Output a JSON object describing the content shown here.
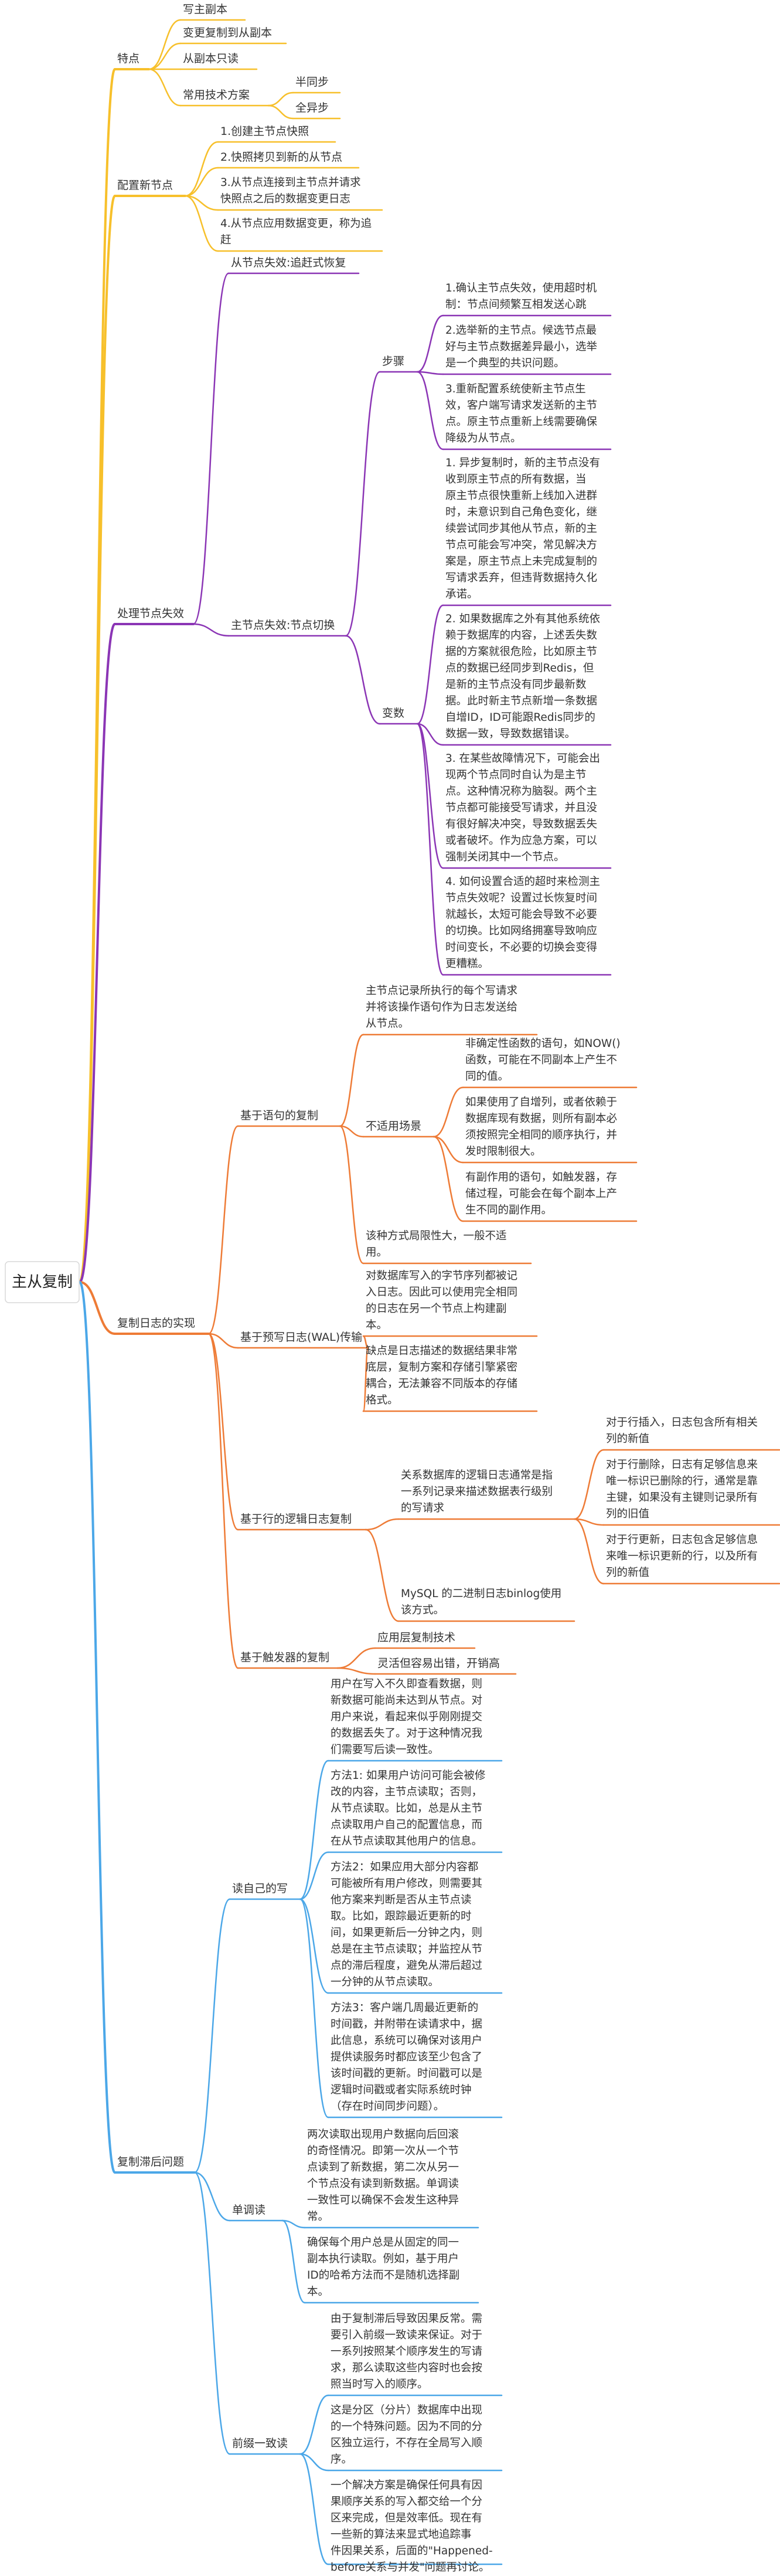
{
  "map": {
    "root": "主从复制",
    "colors": {
      "yellow": "#f7c02b",
      "purple": "#8b35b5",
      "orange": "#ee7b36",
      "blue": "#4ba7e8"
    },
    "text": {
      "tedian": "特点",
      "t_xiezhuben": "写主副本",
      "t_biangeng": "变更复制到从副本",
      "t_congfuben": "从副本只读",
      "t_changyong": "常用技术方案",
      "t_bantongbu": "半同步",
      "t_quanyibu": "全异步",
      "peizhi": "配置新节点",
      "p1": "1.创建主节点快照",
      "p2": "2.快照拷贝到新的从节点",
      "p3": "3.从节点连接到主节点并请求\n快照点之后的数据变更日志",
      "p4": "4.从节点应用数据变更，称为追\n赶",
      "chuli": "处理节点失效",
      "c_cong": "从节点失效:追赶式恢复",
      "c_zhu": "主节点失效:节点切换",
      "buzhou": "步骤",
      "b1": "1.确认主节点失效，使用超时机\n制：节点间频繁互相发送心跳",
      "b2": "2.选举新的主节点。候选节点最\n好与主节点数据差异最小，选举\n是一个典型的共识问题。",
      "b3": "3.重新配置系统使新主节点生\n效，客户端写请求发送新的主节\n点。原主节点重新上线需要确保\n降级为从节点。",
      "bianshu": "变数",
      "v1": "1. 异步复制时，新的主节点没有\n收到原主节点的所有数据，当\n原主节点很快重新上线加入进群\n时，未意识到自己角色变化，继\n续尝试同步其他从节点，新的主\n节点可能会写冲突，常见解决方\n案是，原主节点上未完成复制的\n写请求丢弃，但违背数据持久化\n承诺。",
      "v2": "2. 如果数据库之外有其他系统依\n赖于数据库的内容，上述丢失数\n据的方案就很危险，比如原主节\n点的数据已经同步到Redis，但\n是新的主节点没有同步最新数\n据。此时新主节点新增一条数据\n自增ID，ID可能跟Redis同步的\n数据一致，导致数据错误。",
      "v3": "3. 在某些故障情况下，可能会出\n现两个节点同时自认为是主节\n点。这种情况称为脑裂。两个主\n节点都可能接受写请求，并且没\n有很好解决冲突，导致数据丢失\n或者破坏。作为应急方案，可以\n强制关闭其中一个节点。",
      "v4": "4. 如何设置合适的超时来检测主\n节点失效呢？设置过长恢复时间\n就越长，太短可能会导致不必要\n的切换。比如网络拥塞导致响应\n时间变长，不必要的切换会变得\n更糟糕。",
      "rizhi": "复制日志的实现",
      "yuju": "基于语句的复制",
      "yj_desc": "主节点记录所执行的每个写请求\n并将该操作语句作为日志发送给\n从节点。",
      "yj_bushiyong": "不适用场景",
      "bs1": "非确定性函数的语句，如NOW()\n函数，可能在不同副本上产生不\n同的值。",
      "bs2": "如果使用了自增列，或者依赖于\n数据库现有数据，则所有副本必\n须按照完全相同的顺序执行，并\n发时限制很大。",
      "bs3": "有副作用的语句，如触发器，存\n储过程，可能会在每个副本上产\n生不同的副作用。",
      "yj_jushan": "该种方式局限性大，一般不适\n用。",
      "wal": "基于预写日志(WAL)传输",
      "wal1": "对数据库写入的字节序列都被记\n入日志。因此可以使用完全相同\n的日志在另一个节点上构建副\n本。",
      "wal2": "缺点是日志描述的数据结果非常\n底层，复制方案和存储引擎紧密\n耦合，无法兼容不同版本的存储\n格式。",
      "hang": "基于行的逻辑日志复制",
      "hang_desc": "关系数据库的逻辑日志通常是指\n一系列记录来描述数据表行级别\n的写请求",
      "hang1": "对于行插入，日志包含所有相关\n列的新值",
      "hang2": "对于行删除，日志有足够信息来\n唯一标识已删除的行，通常是靠\n主键，如果没有主键则记录所有\n列的旧值",
      "hang3": "对于行更新，日志包含足够信息\n来唯一标识更新的行，以及所有\n列的新值",
      "hang_mysql": "MySQL 的二进制日志binlog使用\n该方式。",
      "chufa": "基于触发器的复制",
      "cf1": "应用层复制技术",
      "cf2": "灵活但容易出错，开销高",
      "zhihou": "复制滞后问题",
      "duzi": "读自己的写",
      "dz_desc": "用户在写入不久即查看数据，则\n新数据可能尚未达到从节点。对\n用户来说，看起来似乎刚刚提交\n的数据丢失了。对于这种情况我\n们需要写后读一致性。",
      "dz1": "方法1: 如果用户访问可能会被修\n改的内容，主节点读取；否则，\n从节点读取。比如，总是从主节\n点读取用户自己的配置信息，而\n在从节点读取其他用户的信息。",
      "dz2": "方法2：如果应用大部分内容都\n可能被所有用户修改，则需要其\n他方案来判断是否从主节点读\n取。比如，跟踪最近更新的时\n间，如果更新后一分钟之内，则\n总是在主节点读取；并监控从节\n点的滞后程度，避免从滞后超过\n一分钟的从节点读取。",
      "dz3": "方法3：客户端几周最近更新的\n时间戳，并附带在读请求中，据\n此信息，系统可以确保对该用户\n提供读服务时都应该至少包含了\n该时间戳的更新。时间戳可以是\n逻辑时间戳或者实际系统时钟\n（存在时间同步问题）。",
      "dandiao": "单调读",
      "dd_desc": "两次读取出现用户数据向后回滚\n的奇怪情况。即第一次从一个节\n点读到了新数据，第二次从另一\n个节点没有读到新数据。单调读\n一致性可以确保不会发生这种异\n常。",
      "dd_fix": "确保每个用户总是从固定的同一\n副本执行读取。例如，基于用户\nID的哈希方法而不是随机选择副\n本。",
      "qianzhui": "前缀一致读",
      "qz_desc": "由于复制滞后导致因果反常。需\n要引入前缀一致读来保证。对于\n一系列按照某个顺序发生的写请\n求，那么读取这些内容时也会按\n照当时写入的顺序。",
      "qz1": "这是分区（分片）数据库中出现\n的一个特殊问题。因为不同的分\n区独立运行，不存在全局写入顺\n序。",
      "qz2": "一个解决方案是确保任何具有因\n果顺序关系的写入都交给一个分\n区来完成，但是效率低。现在有\n一些新的算法来显式地追踪事\n件因果关系，后面的\"Happened-\nbefore关系与并发\"问题再讨论。"
    }
  }
}
